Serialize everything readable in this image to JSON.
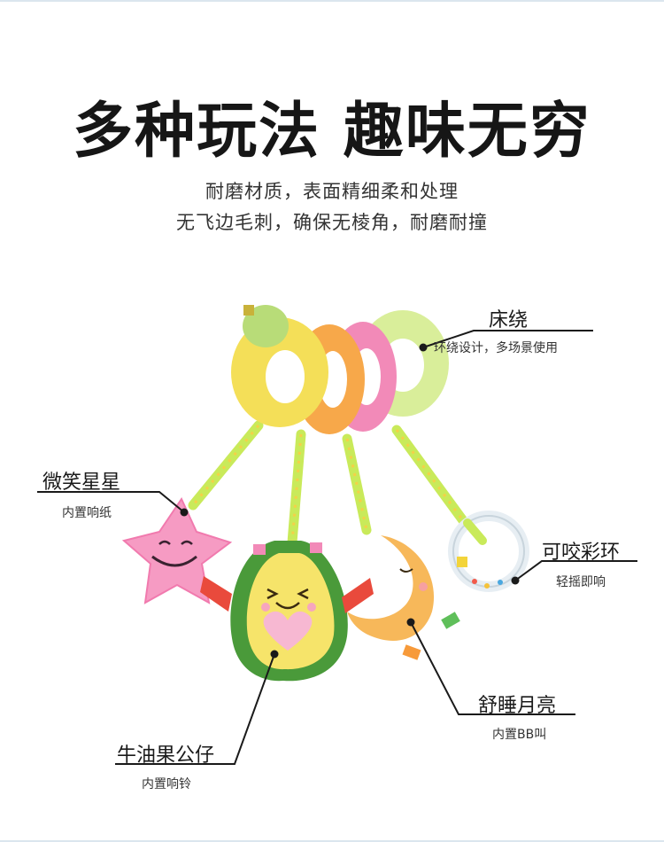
{
  "headline": "多种玩法 趣味无穷",
  "subtitle": {
    "line1": "耐磨材质，表面精细柔和处理",
    "line2": "无飞边毛刺，确保无棱角，耐磨耐撞"
  },
  "callouts": {
    "bed_wrap": {
      "title": "床绕",
      "note": "环绕设计，多场景使用"
    },
    "star": {
      "title": "微笑星星",
      "note": "内置响纸"
    },
    "ring": {
      "title": "可咬彩环",
      "note": "轻摇即响"
    },
    "moon": {
      "title": "舒睡月亮",
      "note": "内置BB叫"
    },
    "avocado": {
      "title": "牛油果公仔",
      "note": "内置响铃"
    }
  },
  "colors": {
    "yellow": "#f4df58",
    "orange": "#f7a84a",
    "pink": "#f28ab8",
    "lime": "#d9ee9a",
    "avocado_green": "#4a9a3a",
    "heart": "#f7b8d2",
    "strap": "#c9ea5a"
  }
}
